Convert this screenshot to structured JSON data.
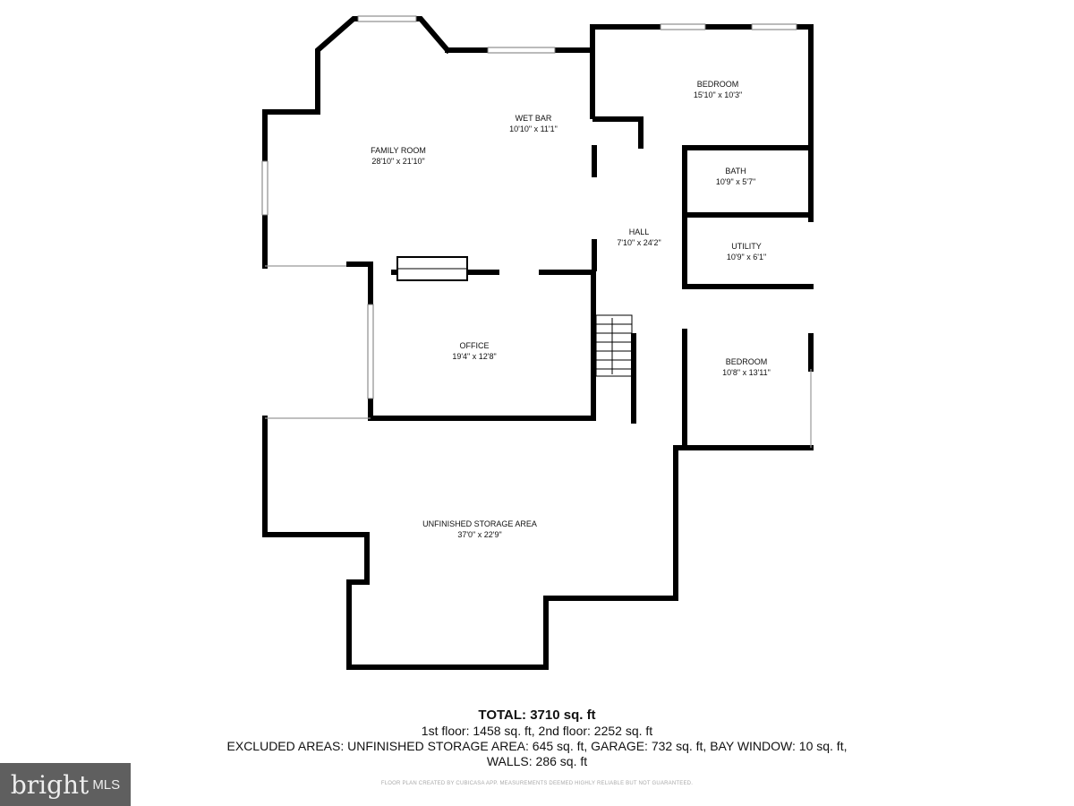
{
  "rooms": {
    "family_room": {
      "name": "FAMILY ROOM",
      "size": "28'10\" x 21'10\""
    },
    "wet_bar": {
      "name": "WET BAR",
      "size": "10'10\" x 11'1\""
    },
    "bedroom_1": {
      "name": "BEDROOM",
      "size": "15'10\" x 10'3\""
    },
    "bath": {
      "name": "BATH",
      "size": "10'9\" x 5'7\""
    },
    "hall": {
      "name": "HALL",
      "size": "7'10\" x 24'2\""
    },
    "utility": {
      "name": "UTILITY",
      "size": "10'9\" x 6'1\""
    },
    "office": {
      "name": "OFFICE",
      "size": "19'4\" x 12'8\""
    },
    "bedroom_2": {
      "name": "BEDROOM",
      "size": "10'8\" x 13'11\""
    },
    "storage": {
      "name": "UNFINISHED STORAGE AREA",
      "size": "37'0\" x 22'9\""
    }
  },
  "summary": {
    "total": "TOTAL: 3710 sq. ft",
    "floors": "1st floor: 1458 sq. ft, 2nd floor: 2252 sq. ft",
    "excluded": "EXCLUDED AREAS: UNFINISHED STORAGE AREA: 645 sq. ft, GARAGE: 732 sq. ft, BAY WINDOW: 10 sq. ft,",
    "walls": "WALLS: 286 sq. ft",
    "credit": "FLOOR PLAN CREATED BY CUBICASA APP. MEASUREMENTS DEEMED HIGHLY RELIABLE BUT NOT GUARANTEED."
  },
  "logo": {
    "brand": "bright",
    "suffix": "MLS",
    "accent": "#e4572e"
  }
}
